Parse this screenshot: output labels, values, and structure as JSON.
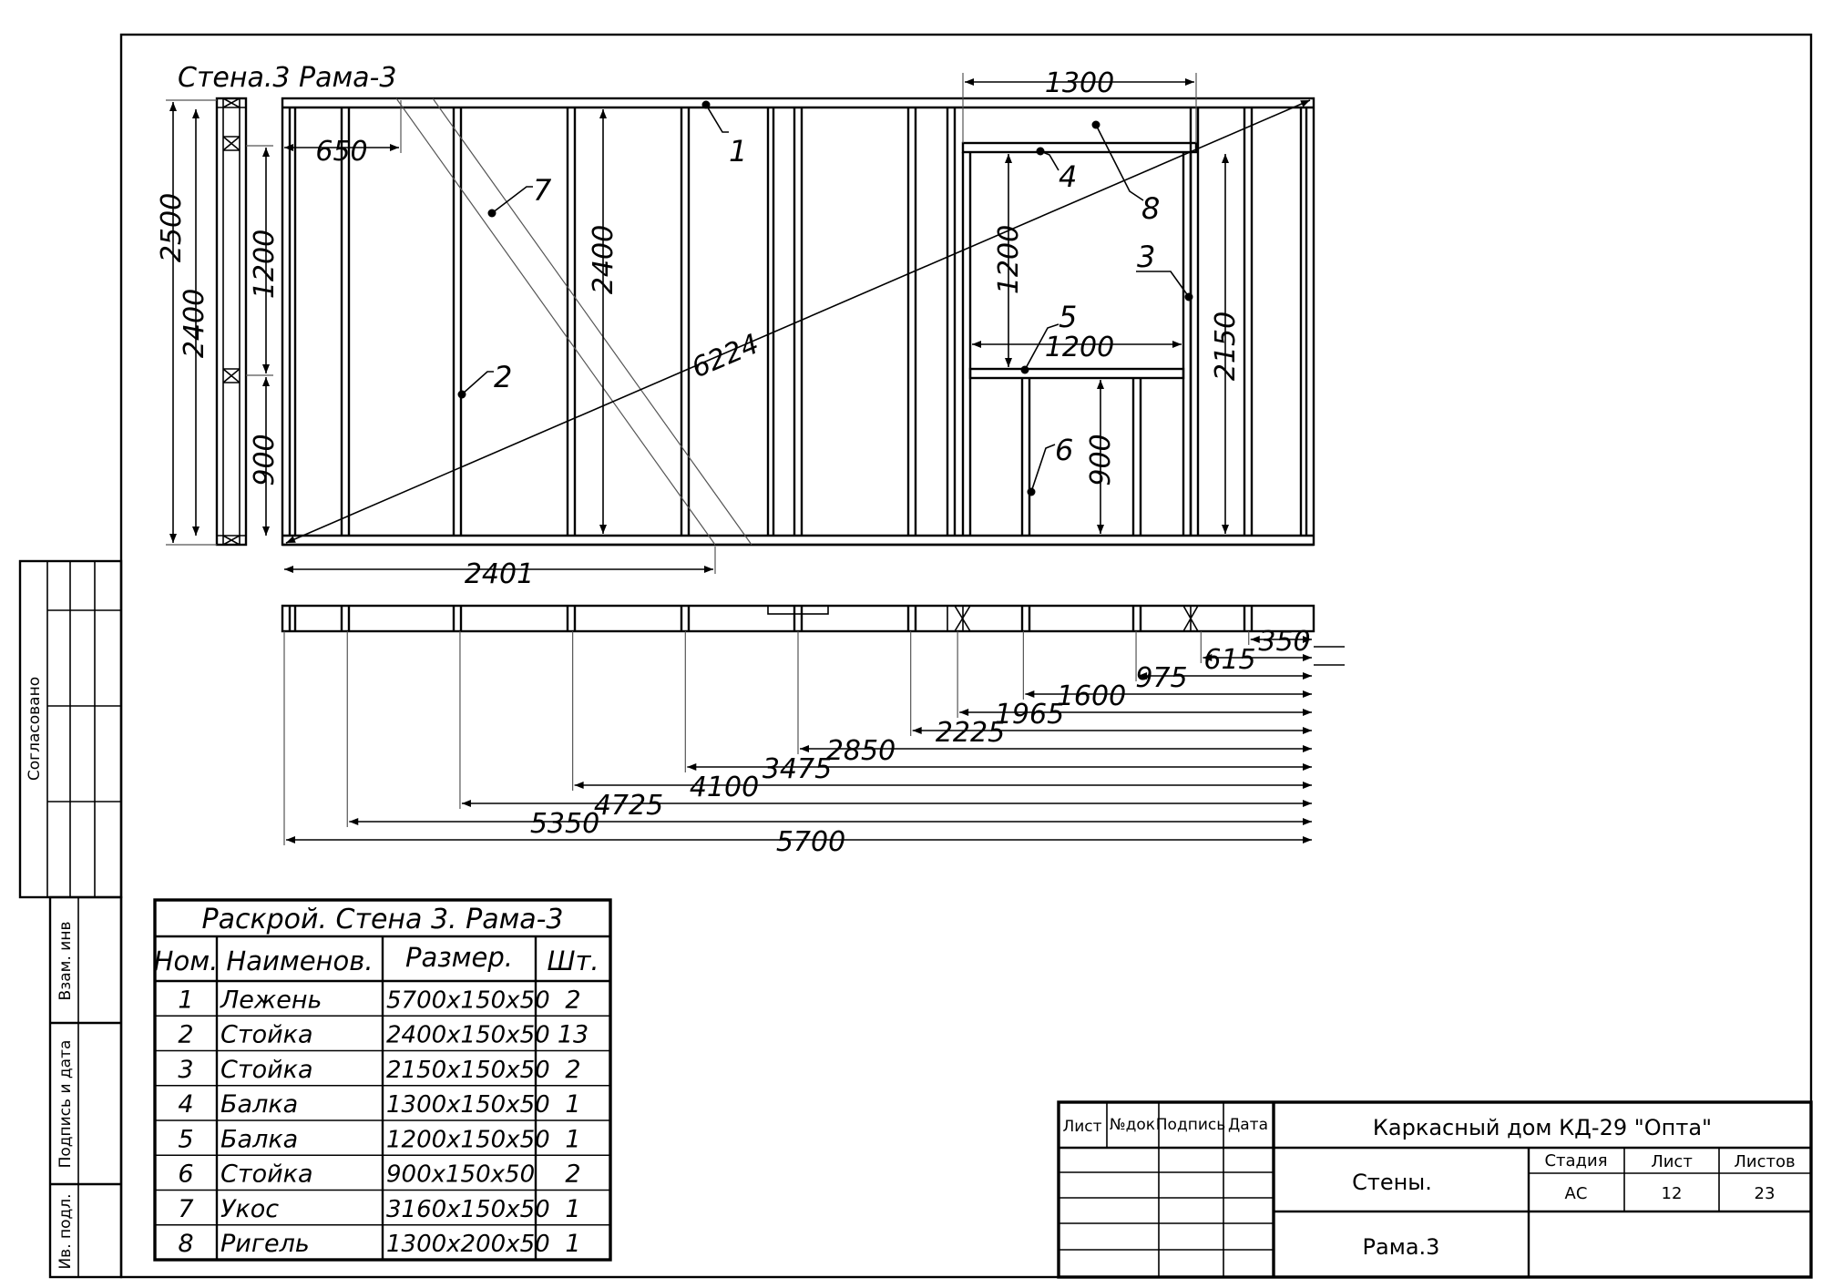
{
  "title": "Стена.3 Рама-3",
  "frame_dims": {
    "height_total": "2500",
    "height_stud": "2400",
    "upper_segment": "1200",
    "lower_segment": "900",
    "first_stud_offset": "650",
    "stud_height": "2400",
    "diagonal": "6224",
    "brace_base": "2401",
    "window_width": "1300",
    "window_height": "1200",
    "sill_width": "1200",
    "lower_post_height": "900",
    "side_post_height": "2150"
  },
  "callouts": [
    "1",
    "2",
    "3",
    "4",
    "5",
    "6",
    "7",
    "8"
  ],
  "plan_dims": [
    "350",
    "615",
    "975",
    "1600",
    "1965",
    "2225",
    "2850",
    "3475",
    "4100",
    "4725",
    "5350",
    "5700"
  ],
  "cut_table": {
    "title": "Раскрой. Стена 3. Рама-3",
    "headers": [
      "Ном.",
      "Наименов.",
      "Размер.",
      "Шт."
    ],
    "rows": [
      [
        "1",
        "Лежень",
        "5700х150х50",
        "2"
      ],
      [
        "2",
        "Стойка",
        "2400х150х50",
        "13"
      ],
      [
        "3",
        "Стойка",
        "2150х150х50",
        "2"
      ],
      [
        "4",
        "Балка",
        "1300х150х50",
        "1"
      ],
      [
        "5",
        "Балка",
        "1200х150х50",
        "1"
      ],
      [
        "6",
        "Стойка",
        "900х150х50",
        "2"
      ],
      [
        "7",
        "Укос",
        "3160х150х50",
        "1"
      ],
      [
        "8",
        "Ригель",
        "1300х200х50",
        "1"
      ]
    ]
  },
  "side_stamp": {
    "agreed": "Согласовано",
    "inv_replace": "Взам. инв",
    "sign_date": "Подпись и дата",
    "inv_orig": "Ив. подл."
  },
  "title_block": {
    "col_sheet": "Лист",
    "col_doc": "№док",
    "col_sign": "Подпись",
    "col_date": "Дата",
    "project": "Каркасный дом КД-29 \"Опта\"",
    "section": "Стены.",
    "drawing": "Рама.3",
    "stage_label": "Стадия",
    "sheet_label": "Лист",
    "sheets_label": "Листов",
    "stage_value": "АС",
    "sheet_value": "12",
    "sheets_value": "23"
  }
}
